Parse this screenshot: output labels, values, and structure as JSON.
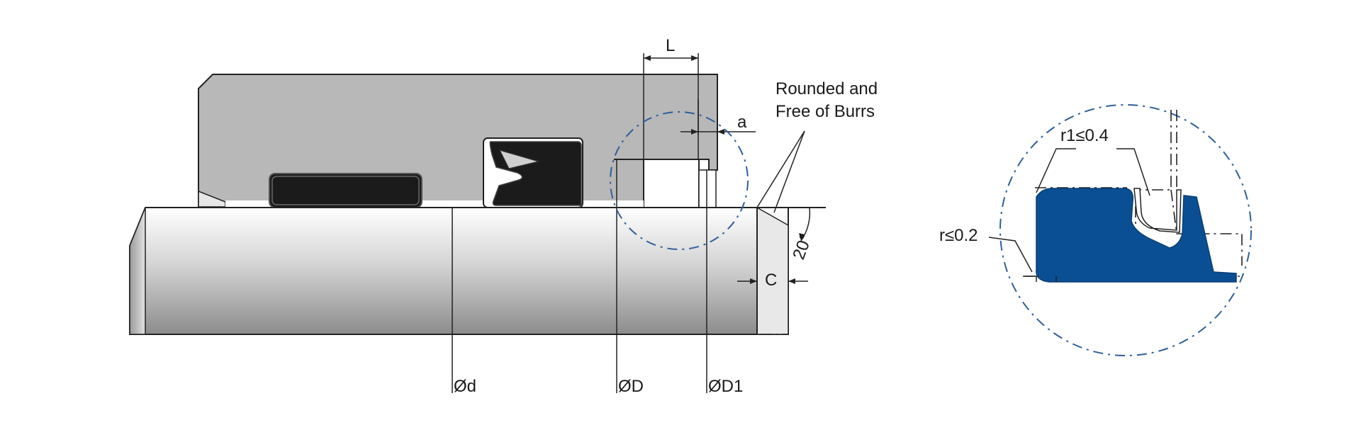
{
  "labels": {
    "L": "L",
    "a": "a",
    "note_line1": "Rounded and",
    "note_line2": "Free of Burrs",
    "angle": "20°",
    "C": "C",
    "d": "Ød",
    "D": "ØD",
    "D1": "ØD1",
    "r1": "r1≤0.4",
    "r": "r≤0.2"
  },
  "colors": {
    "housing": "#b8b8b8",
    "seal": "#1b1b1b",
    "detail_seal": "#0a4f93",
    "detail_circle": "#2f5f9a"
  }
}
